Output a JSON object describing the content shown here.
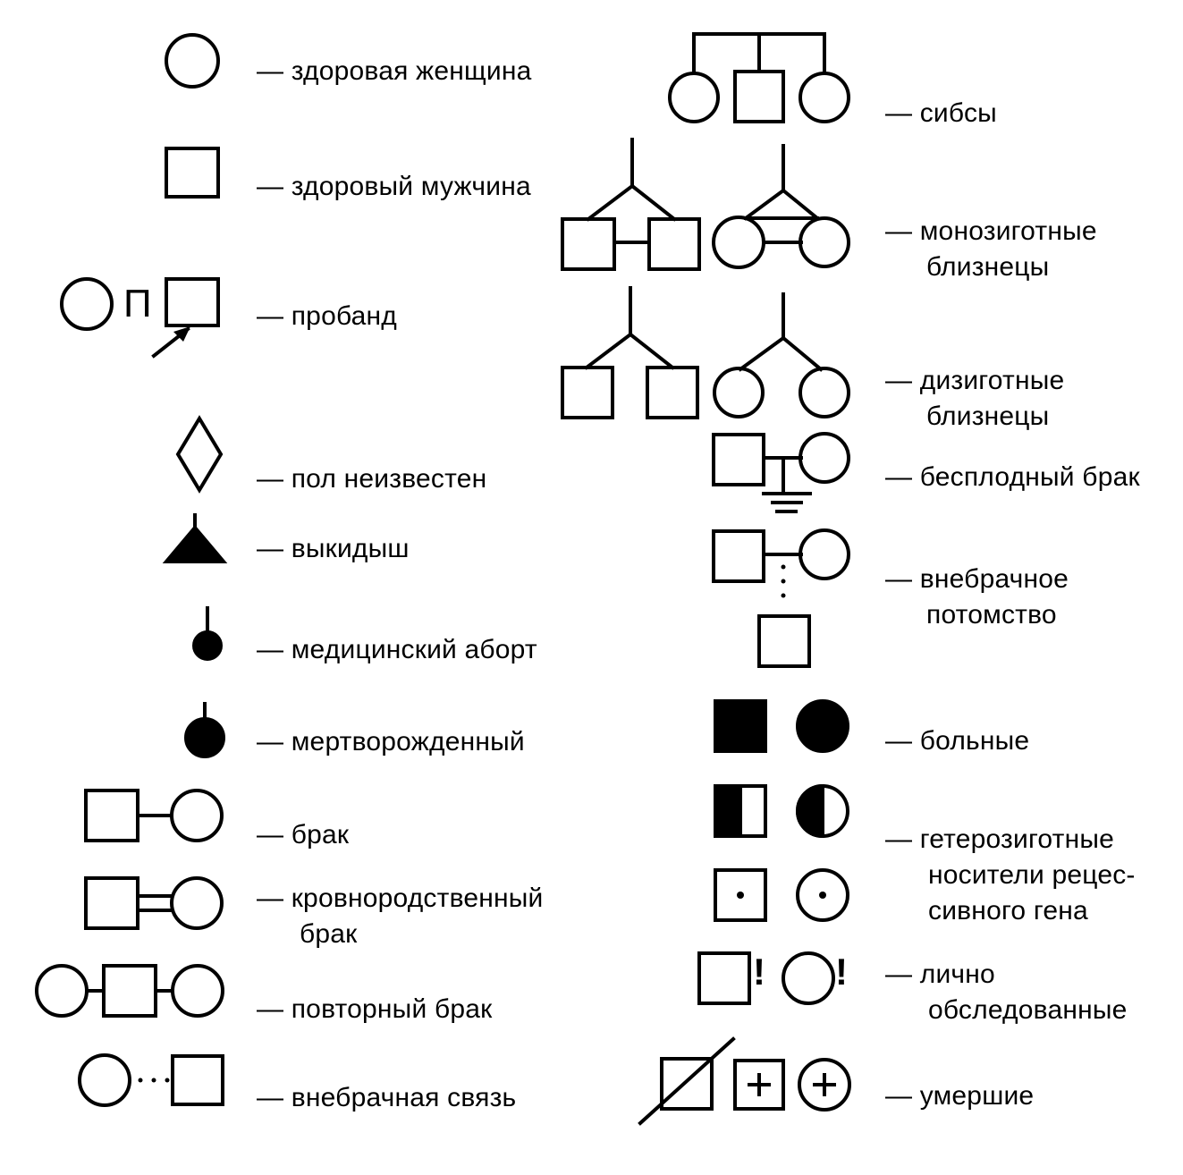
{
  "legend": {
    "healthy_woman": "— здоровая женщина",
    "healthy_man": "— здоровый мужчина",
    "proband": "— пробанд",
    "proband_glyph": "П",
    "sex_unknown": "— пол неизвестен",
    "miscarriage": "— выкидыш",
    "medical_abortion": "— медицинский аборт",
    "stillborn": "— мертворожденный",
    "marriage": "— брак",
    "consanguineous_1": "— кровнородственный",
    "consanguineous_2": "брак",
    "remarriage": "— повторный брак",
    "extramarital": "— внебрачная связь",
    "siblings": "— сибсы",
    "monozygotic_1": "— монозиготные",
    "monozygotic_2": "близнецы",
    "dizygotic_1": "— дизиготные",
    "dizygotic_2": "близнецы",
    "infertile": "— бесплодный брак",
    "illegitimate_1": "— внебрачное",
    "illegitimate_2": "потомство",
    "affected": "— больные",
    "carriers_1": "— гетерозиготные",
    "carriers_2": "носители рецес-",
    "carriers_3": "сивного гена",
    "examined_1": "— лично",
    "examined_2": "обследованные",
    "examined_mark": "!",
    "deceased": "— умершие"
  },
  "colors": {
    "ink": "#000000",
    "paper": "#ffffff"
  }
}
